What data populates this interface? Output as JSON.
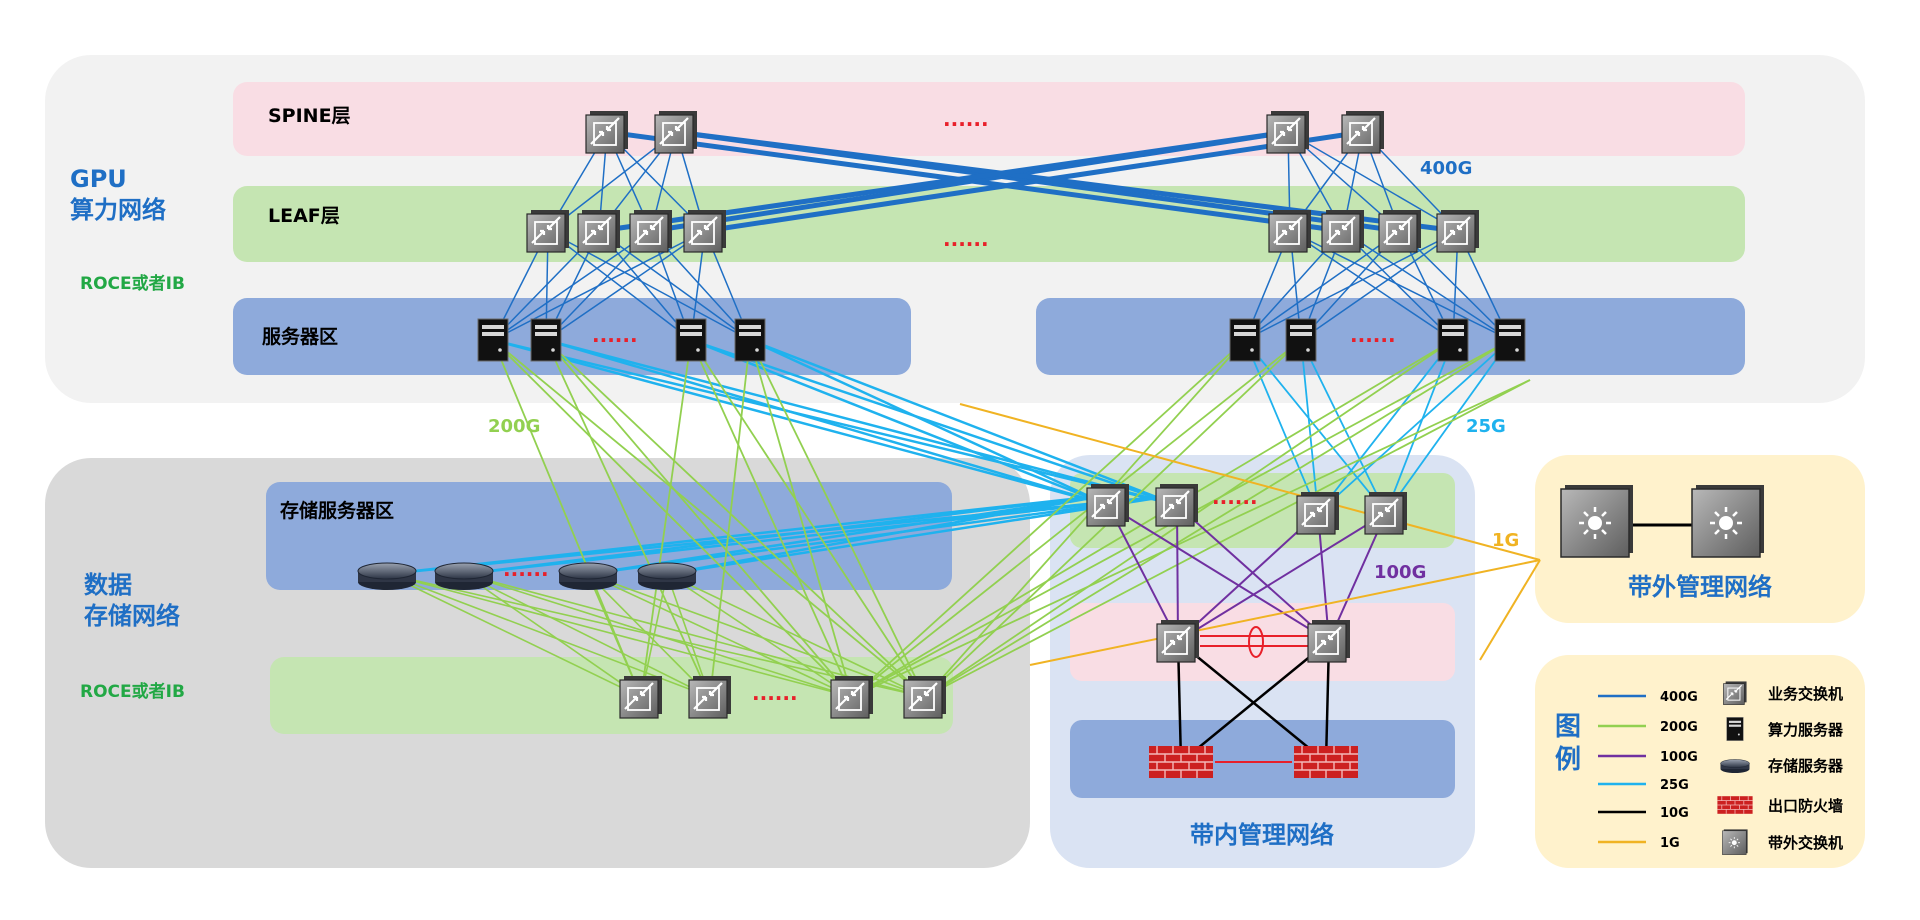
{
  "gpu_network": {
    "title_line1": "GPU",
    "title_line2": "算力网络",
    "protocol": "ROCE或者IB",
    "spine_label": "SPINE层",
    "leaf_label": "LEAF层",
    "server_zone_label": "服务器区",
    "ellipsis": "......"
  },
  "storage_network": {
    "title_line1": "数据",
    "title_line2": "存储网络",
    "protocol": "ROCE或者IB",
    "storage_zone_label": "存储服务器区",
    "ellipsis": "......"
  },
  "inband_network": {
    "title": "带内管理网络",
    "ellipsis": "......"
  },
  "oob_network": {
    "title": "带外管理网络"
  },
  "link_labels": {
    "l400g": "400G",
    "l200g": "200G",
    "l25g": "25G",
    "l1g": "1G",
    "l100g": "100G"
  },
  "legend": {
    "title_line1": "图",
    "title_line2": "例",
    "lines": [
      {
        "label": "400G",
        "color": "#1f6fc5"
      },
      {
        "label": "200G",
        "color": "#92d050"
      },
      {
        "label": "100G",
        "color": "#7030a0"
      },
      {
        "label": "25G",
        "color": "#1fb2ee"
      },
      {
        "label": "10G",
        "color": "#000000"
      },
      {
        "label": "1G",
        "color": "#f0b323"
      }
    ],
    "devices": [
      {
        "label": "业务交换机",
        "icon": "switch-icon"
      },
      {
        "label": "算力服务器",
        "icon": "server-icon"
      },
      {
        "label": "存储服务器",
        "icon": "storage-disk-icon"
      },
      {
        "label": "出口防火墙",
        "icon": "firewall-icon"
      },
      {
        "label": "带外交换机",
        "icon": "oob-switch-icon"
      }
    ]
  },
  "colors": {
    "link_400g": "#1f6fc5",
    "link_200g": "#92d050",
    "link_100g": "#7030a0",
    "link_25g": "#1fb2ee",
    "link_10g": "#000000",
    "link_1g": "#f0b323",
    "title_blue": "#1f6fc5",
    "protocol_green": "#22a845"
  }
}
